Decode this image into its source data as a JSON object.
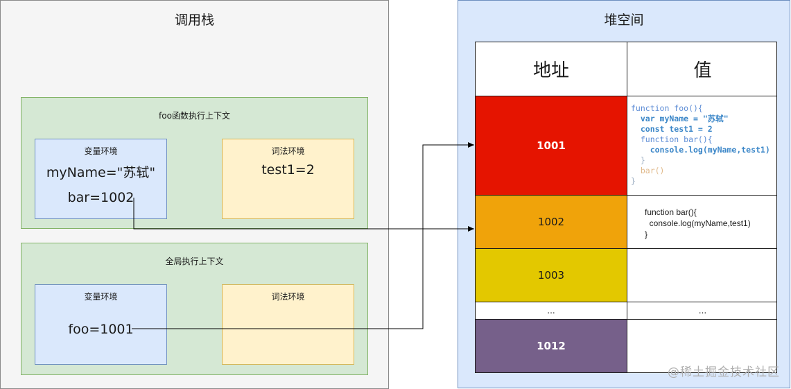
{
  "call_stack": {
    "title": "调用栈",
    "foo_context": {
      "title": "foo函数执行上下文",
      "variable_env": {
        "title": "变量环境",
        "entries": [
          "myName=\"苏轼\"",
          "bar=1002"
        ]
      },
      "lexical_env": {
        "title": "词法环境",
        "entries": [
          "test1=2"
        ]
      }
    },
    "global_context": {
      "title": "全局执行上下文",
      "variable_env": {
        "title": "变量环境",
        "entries": [
          "foo=1001"
        ]
      },
      "lexical_env": {
        "title": "词法环境"
      }
    }
  },
  "heap": {
    "title": "堆空间",
    "headers": {
      "address": "地址",
      "value": "值"
    },
    "rows": [
      {
        "address": "1001",
        "color": "#e51400",
        "code_lines": [
          "function foo(){",
          "  var myName = \"苏轼\"",
          "  const test1 = 2",
          "  function bar(){",
          "    console.log(myName,test1)",
          "  }",
          "  bar()",
          "}"
        ]
      },
      {
        "address": "1002",
        "color": "#f0a30a",
        "code_lines": [
          "function bar(){",
          "  console.log(myName,test1)",
          "}"
        ]
      },
      {
        "address": "1003",
        "color": "#e3c800"
      },
      {
        "address": "...",
        "value": "..."
      },
      {
        "address": "1012",
        "color": "#76608a"
      }
    ]
  },
  "watermark": "@稀土掘金技术社区"
}
